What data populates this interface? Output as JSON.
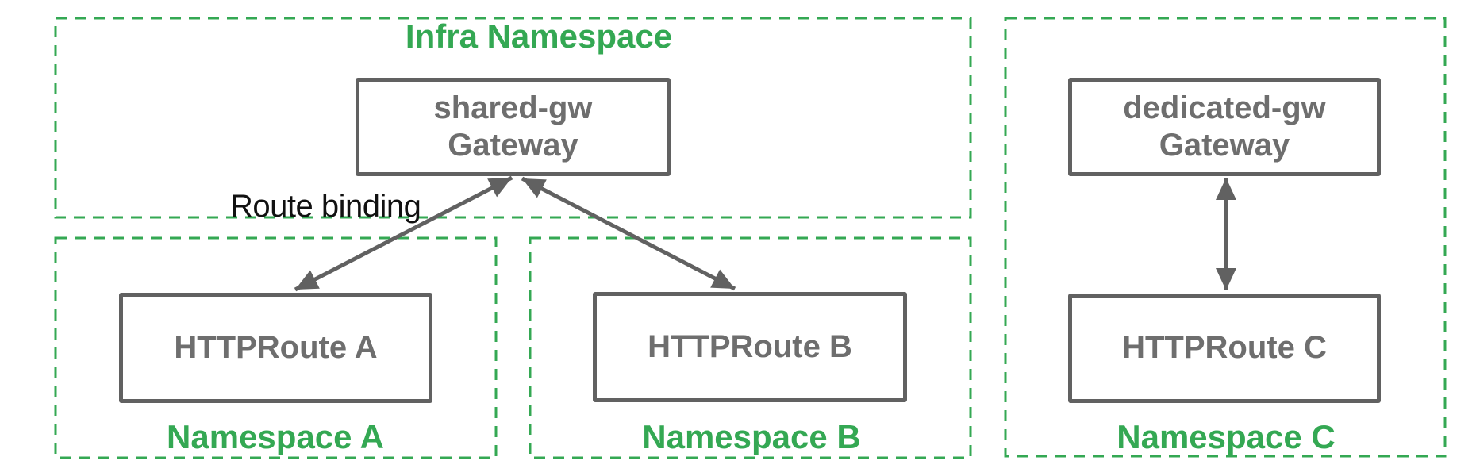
{
  "diagram": {
    "infra_namespace": {
      "title": "Infra Namespace",
      "gateway": {
        "line1": "shared-gw",
        "line2": "Gateway"
      }
    },
    "namespace_a": {
      "title": "Namespace A",
      "route": "HTTPRoute A"
    },
    "namespace_b": {
      "title": "Namespace B",
      "route": "HTTPRoute B"
    },
    "namespace_c": {
      "title": "Namespace C",
      "gateway": {
        "line1": "dedicated-gw",
        "line2": "Gateway"
      },
      "route": "HTTPRoute C"
    },
    "edge_label": "Route binding"
  },
  "colors": {
    "namespace_border_green": "#34A853",
    "namespace_title_green": "#34A853",
    "node_border_gray": "#616161",
    "node_text_gray": "#6E6E6E",
    "arrow_gray": "#616161",
    "edge_label_black": "#111111"
  }
}
